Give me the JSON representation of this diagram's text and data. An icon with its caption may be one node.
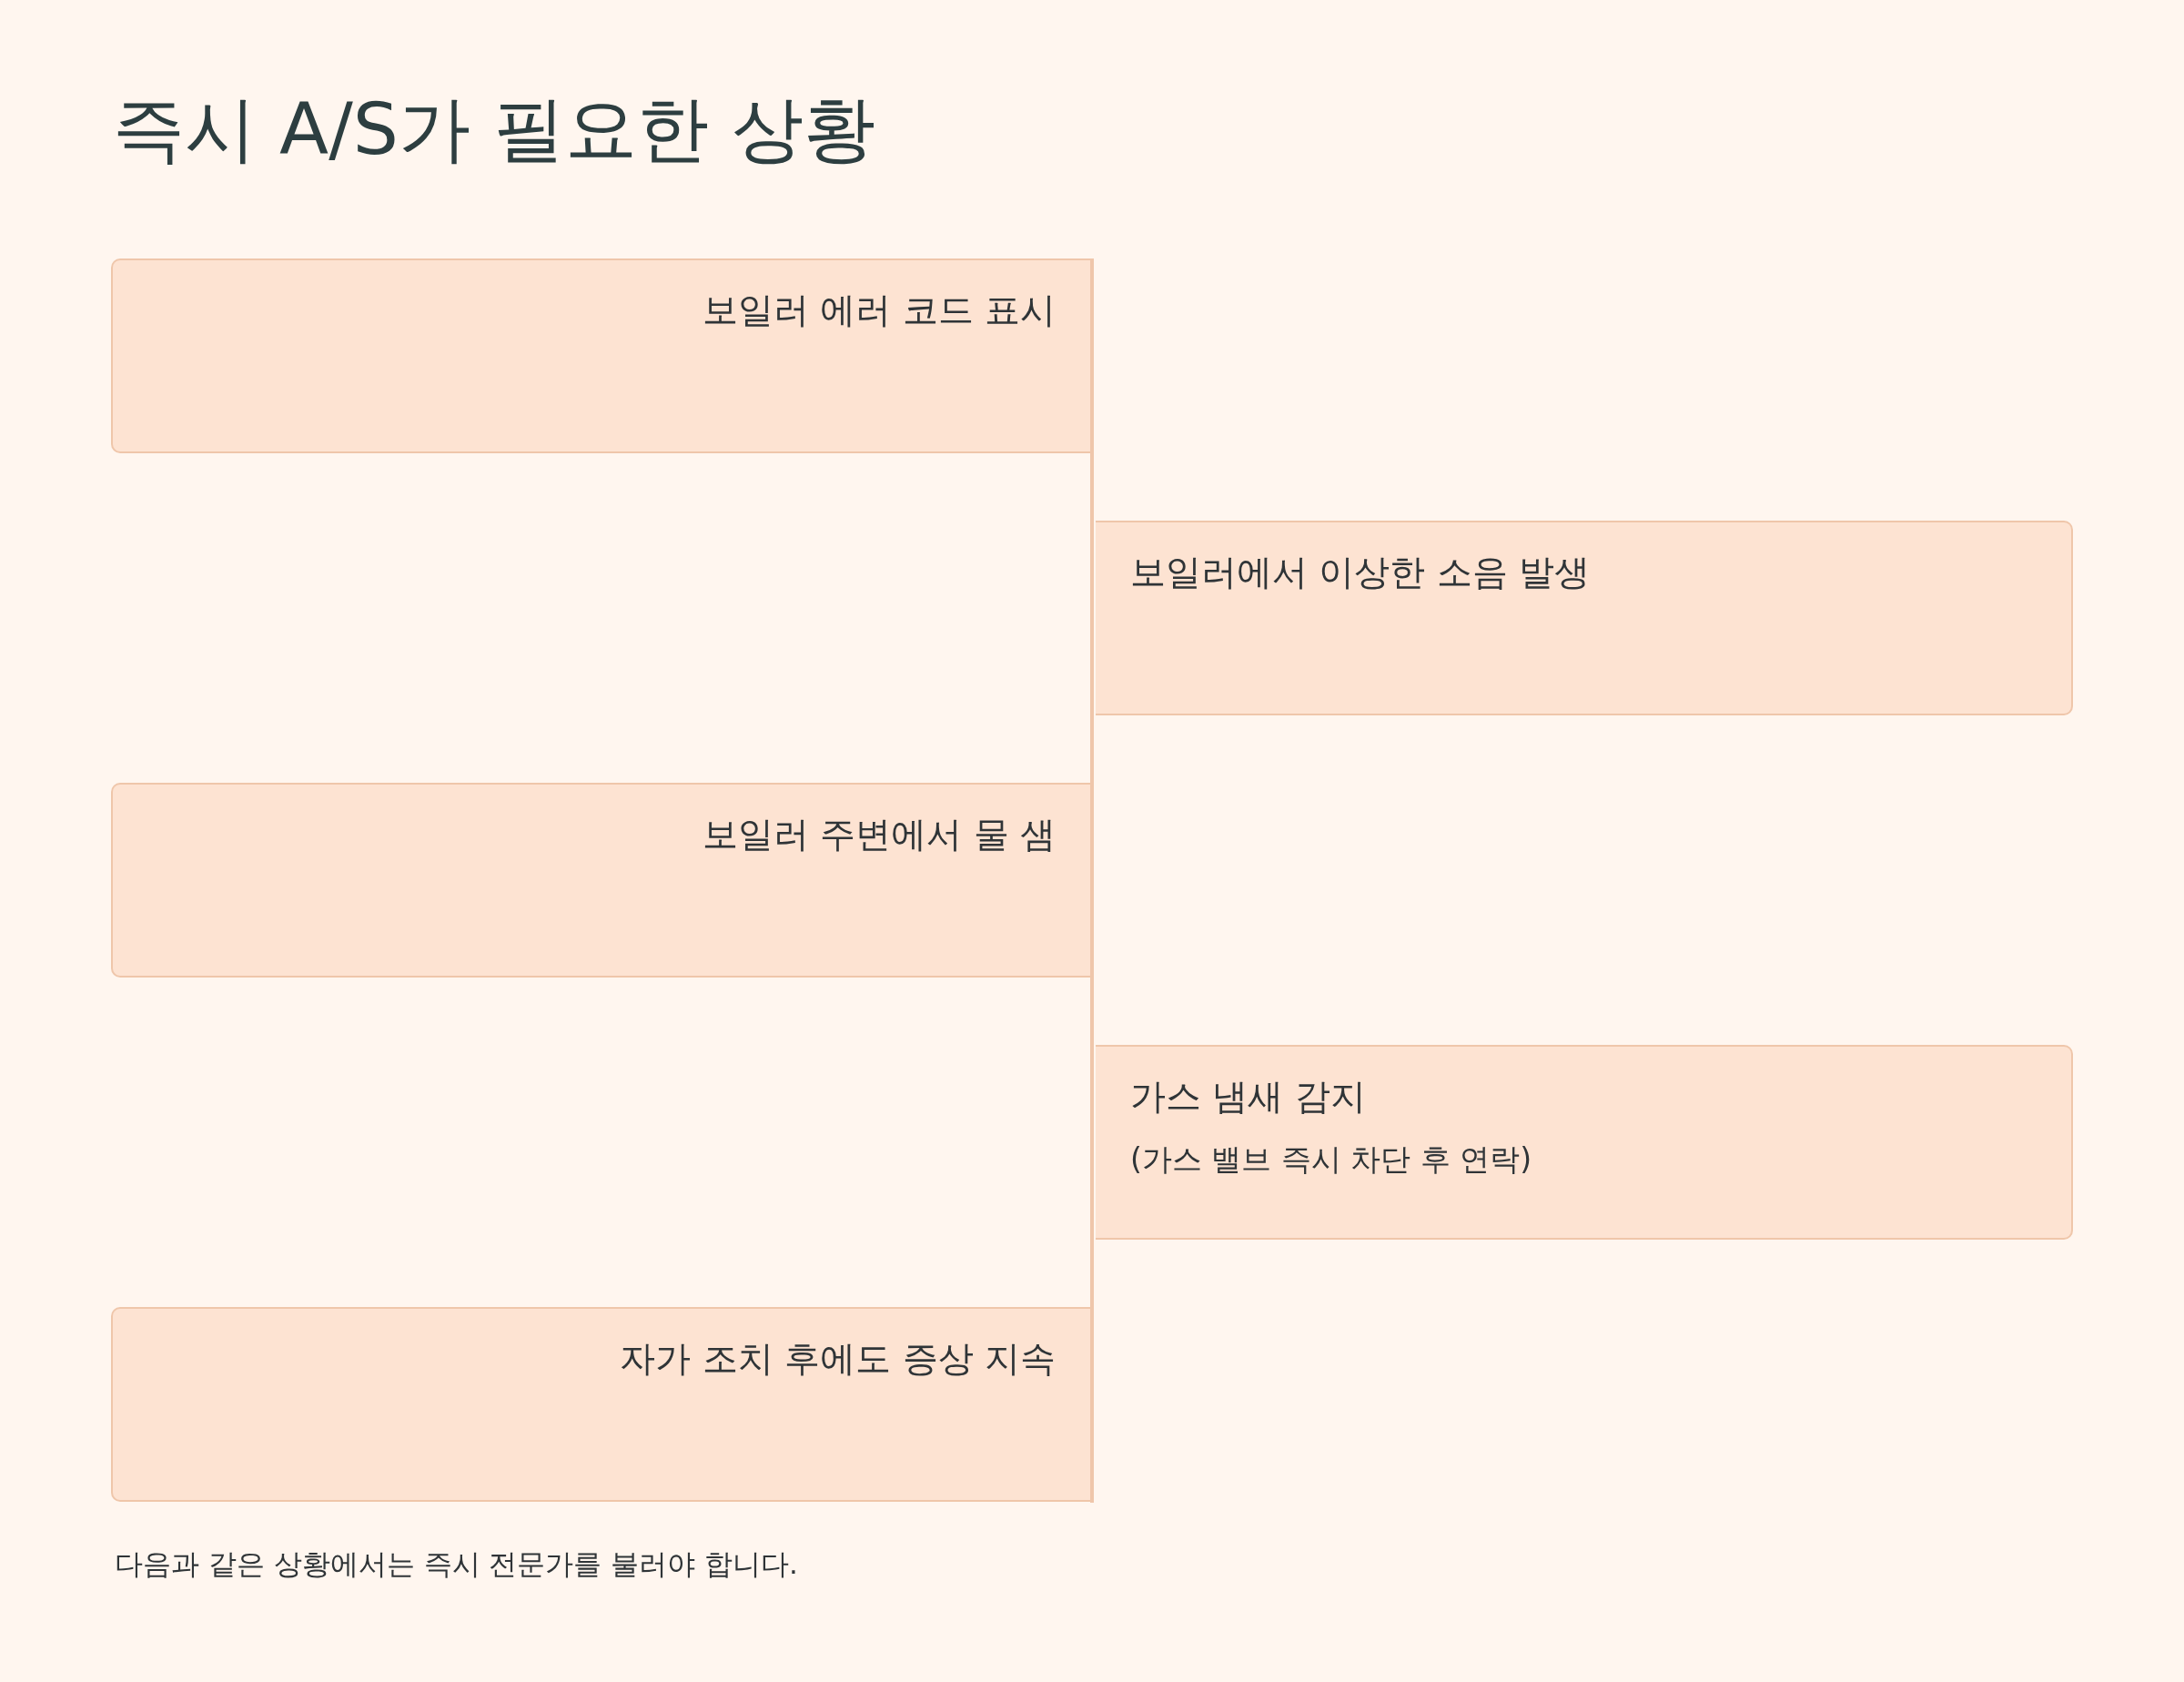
{
  "diagram": {
    "title": "즉시 A/S가 필요한 상황",
    "nodes": [
      {
        "text": [
          "보일러 에러 코드 표시"
        ]
      },
      {
        "text": [
          "보일러에서 이상한 소음 발생"
        ]
      },
      {
        "text": [
          "보일러 주변에서 물 샘"
        ]
      },
      {
        "text": [
          "가스 냄새 감지",
          "(가스 밸브 즉시 차단 후 연락)"
        ]
      },
      {
        "text": [
          "자가 조치 후에도 증상 지속"
        ]
      }
    ],
    "caption": "다음과 같은 상황에서는 즉시 전문가를 불러야 합니다."
  }
}
